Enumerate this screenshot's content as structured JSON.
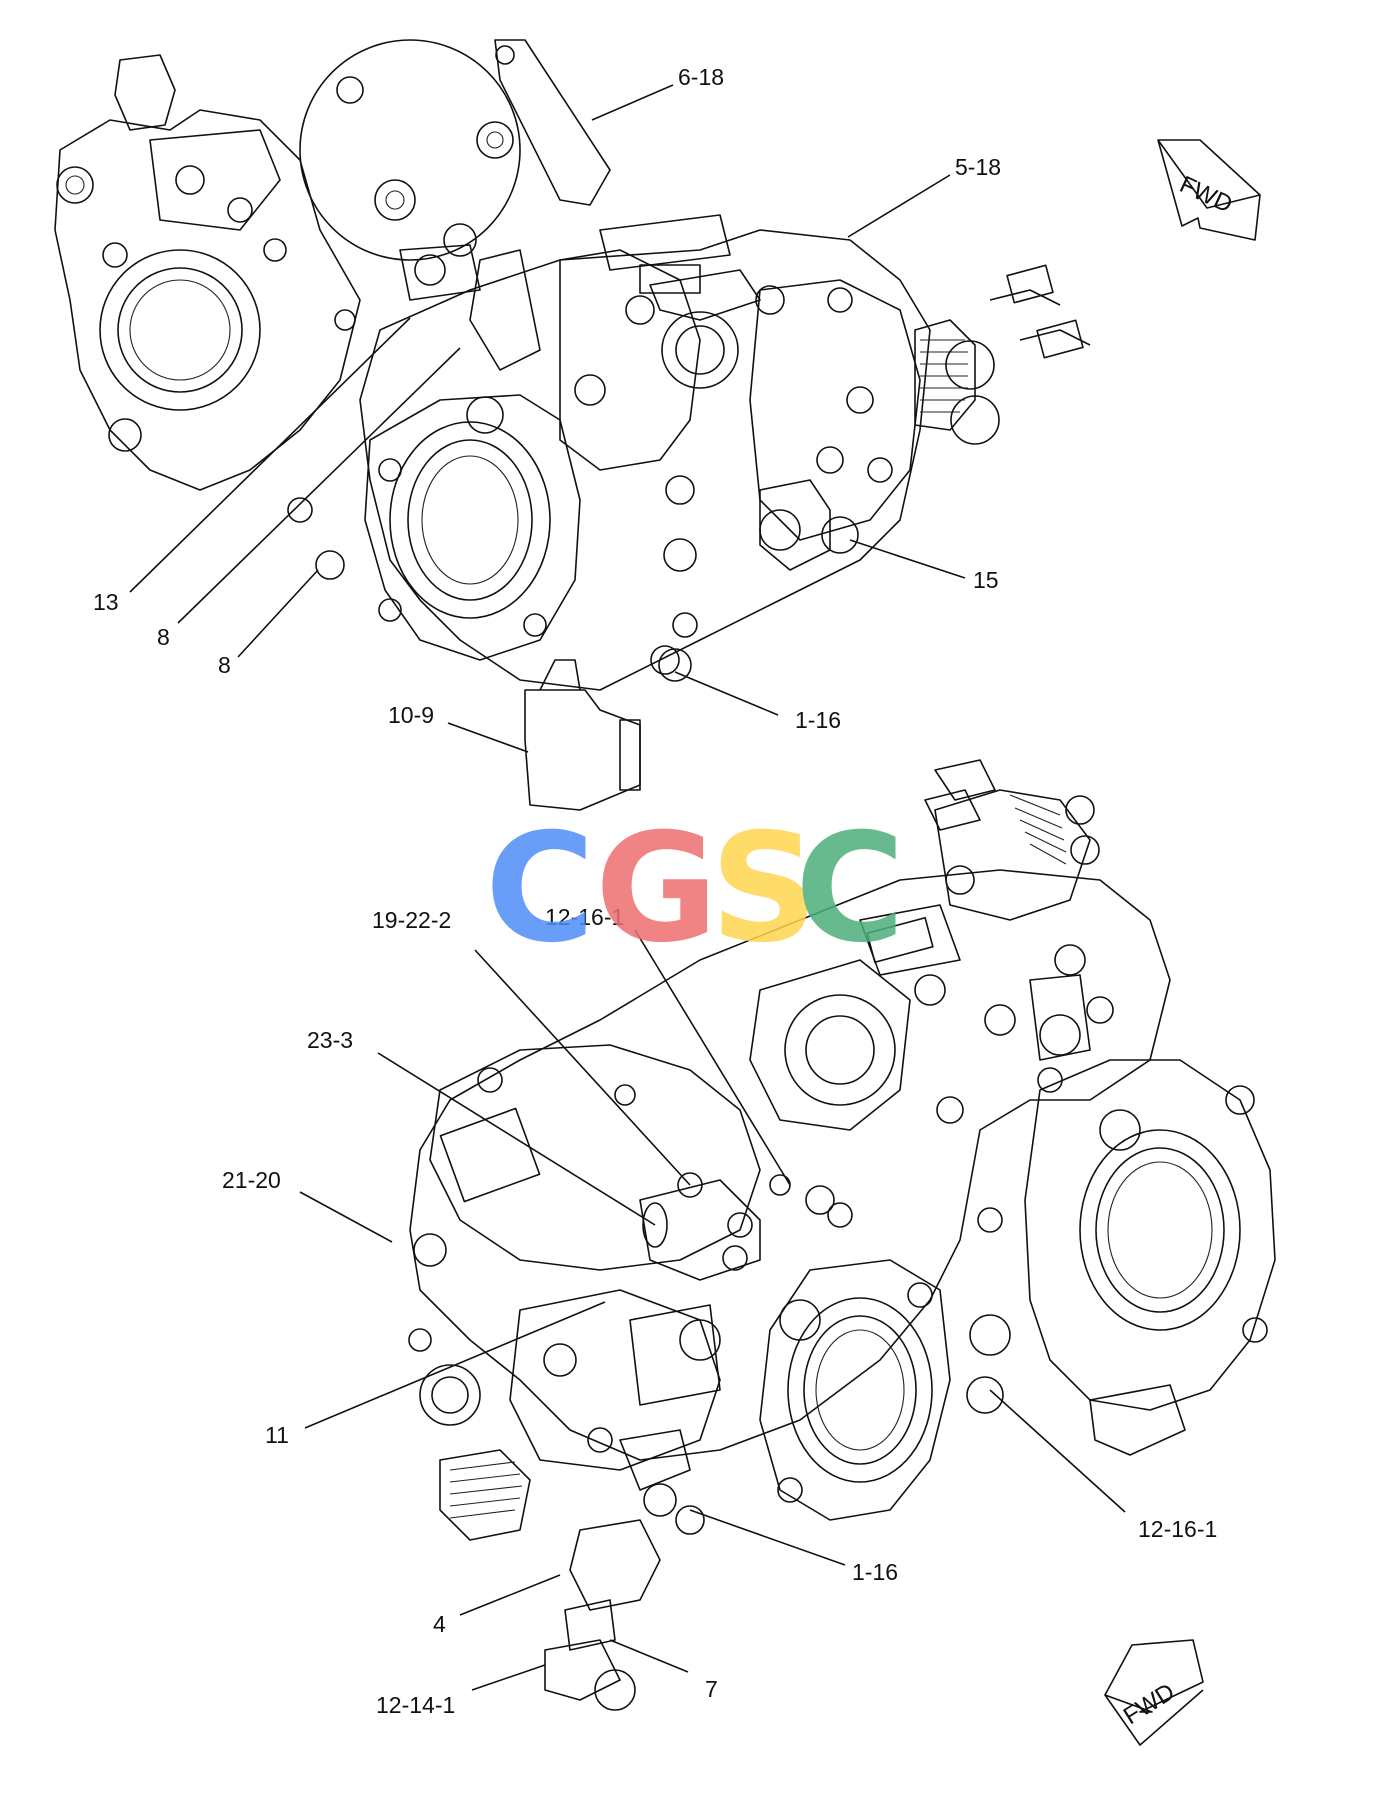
{
  "callouts": {
    "c_6_18": "6-18",
    "c_5_18": "5-18",
    "c_13": "13",
    "c_8a": "8",
    "c_8b": "8",
    "c_15": "15",
    "c_1_16a": "1-16",
    "c_10_9": "10-9",
    "c_19_22_2": "19-22-2",
    "c_12_16_1a": "12-16-1",
    "c_23_3": "23-3",
    "c_21_20": "21-20",
    "c_11": "11",
    "c_12_16_1b": "12-16-1",
    "c_1_16b": "1-16",
    "c_4": "4",
    "c_7": "7",
    "c_12_14_1": "12-14-1"
  },
  "direction": {
    "fwd_top": "FWD",
    "fwd_bottom": "FWD"
  },
  "watermark": {
    "letters": [
      "C",
      "G",
      "S",
      "C"
    ],
    "colors": [
      "#4f8ef7",
      "#ee6e6e",
      "#ffd54f",
      "#4caf7a"
    ]
  }
}
